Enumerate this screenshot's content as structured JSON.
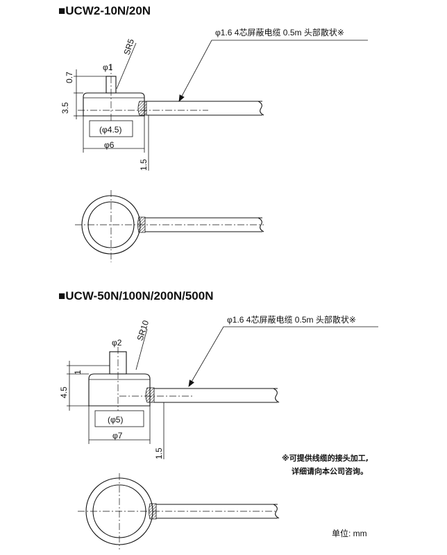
{
  "section1": {
    "title": "■UCW2-10N/20N",
    "cable_note": "φ1.6  4芯屏蔽电缆  0.5m  头部散状※",
    "dim_sr": "SR5",
    "dim_phi_top": "φ1",
    "dim_top_h": "0.7",
    "dim_body_h": "3.5",
    "dim_inner": "(φ4.5)",
    "dim_outer": "φ6",
    "dim_cable_off": "1.5"
  },
  "section2": {
    "title": "■UCW-50N/100N/200N/500N",
    "cable_note": "φ1.6  4芯屏蔽电缆  0.5m  头部散状※",
    "dim_sr": "SR10",
    "dim_phi_top": "φ2",
    "dim_top_h": "1",
    "dim_body_h": "4.5",
    "dim_inner": "(φ5)",
    "dim_outer": "φ7",
    "dim_cable_off": "1.5"
  },
  "footnote": {
    "line1": "※可提供线缆的接头加工,",
    "line2": "详细请向本公司咨询。"
  },
  "unit": "单位: mm"
}
